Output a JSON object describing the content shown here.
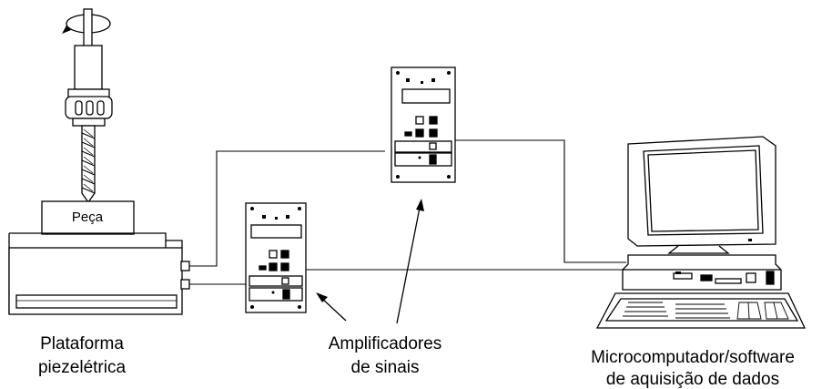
{
  "diagram": {
    "piece_label": "Peça",
    "platform_label": [
      "Plataforma",
      "piezelétrica"
    ],
    "amplifiers_label": [
      "Amplificadores",
      "de sinais"
    ],
    "computer_label": [
      "Microcomputador/software",
      "de aquisição de dados"
    ]
  },
  "colors": {
    "stroke": "#000000",
    "background": "#ffffff"
  }
}
